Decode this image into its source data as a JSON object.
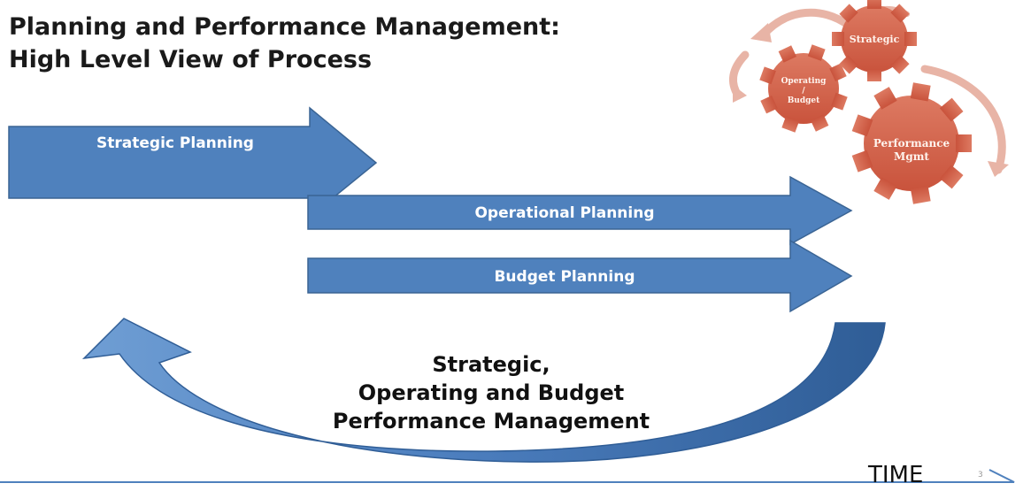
{
  "title": {
    "line1": "Planning and Performance Management:",
    "line2": "High Level View of Process"
  },
  "arrows": {
    "strategic": "Strategic Planning",
    "operational": "Operational Planning",
    "budget": "Budget Planning"
  },
  "cycle": {
    "line1": "Strategic,",
    "line2": "Operating and Budget",
    "line3": "Performance Management"
  },
  "gears": {
    "strategic": "Strategic",
    "operating_line1": "Operating",
    "operating_line2": "/",
    "operating_line3": "Budget",
    "performance_line1": "Performance",
    "performance_line2": "Mgmt"
  },
  "timeline": {
    "label": "TIME",
    "page_number": "3"
  },
  "colors": {
    "arrow_blue": "#4f81bd",
    "arrow_border": "#3a6494",
    "gear_red": "#d0604a",
    "curve_blue": "#3f6fa8"
  }
}
